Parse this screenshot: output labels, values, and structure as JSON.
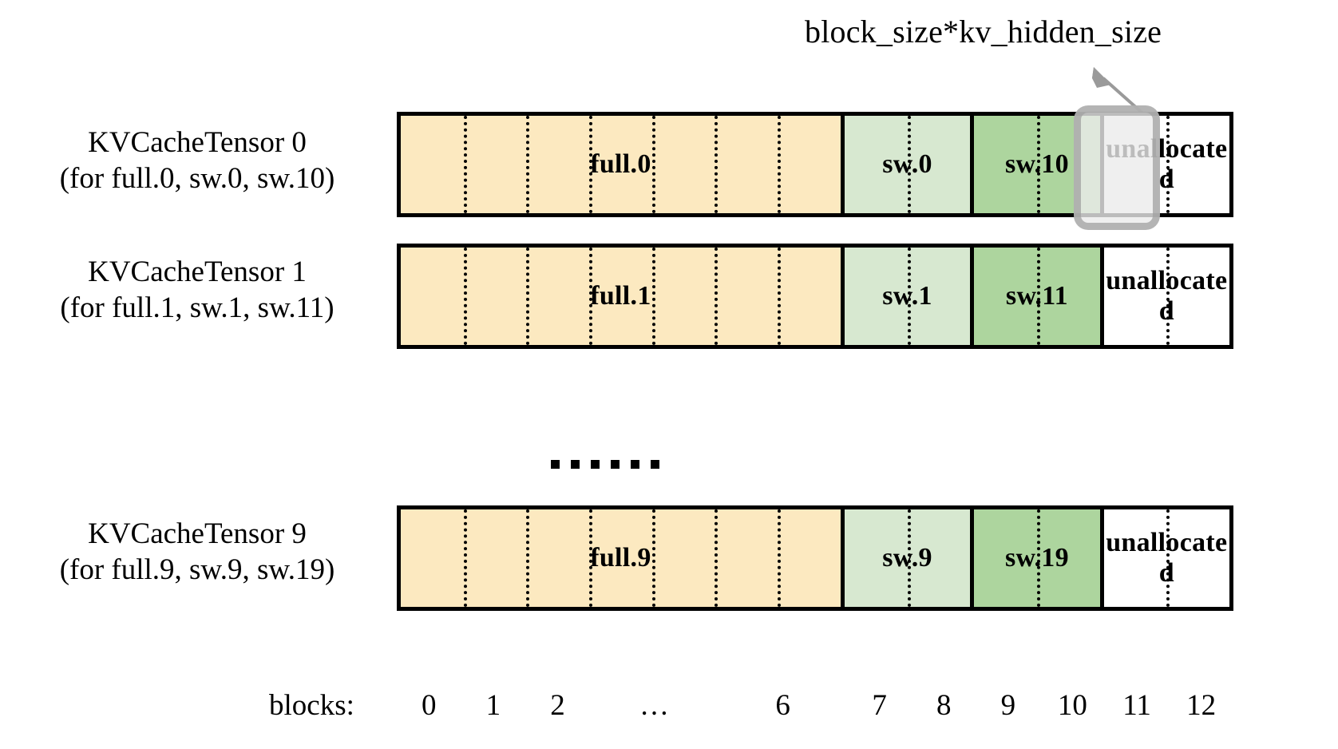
{
  "annotation": {
    "label": "block_size*kv_hidden_size",
    "arrow_icon": "arrow-up-right-icon"
  },
  "colors": {
    "full": "#FCE9C0",
    "sw_light": "#D7E8D0",
    "sw_dark": "#ADD59E",
    "unallocated": "#FFFFFF",
    "border": "#000000",
    "highlight_fill": "#EBEBEB",
    "highlight_border": "#A0A0A0"
  },
  "rows": [
    {
      "label_line1": "KVCacheTensor 0",
      "label_line2": "(for full.0, sw.0, sw.10)",
      "segments": [
        {
          "name": "full-segment",
          "label": "full.0",
          "blocks": 7,
          "color": "#FCE9C0"
        },
        {
          "name": "sw-light-segment",
          "label": "sw.0",
          "blocks": 2,
          "color": "#D7E8D0"
        },
        {
          "name": "sw-dark-segment",
          "label": "sw.10",
          "blocks": 2,
          "color": "#ADD59E"
        },
        {
          "name": "unallocated-segment",
          "label": "unallocated",
          "blocks": 2,
          "color": "#FFFFFF"
        }
      ]
    },
    {
      "label_line1": "KVCacheTensor 1",
      "label_line2": "(for full.1, sw.1, sw.11)",
      "segments": [
        {
          "name": "full-segment",
          "label": "full.1",
          "blocks": 7,
          "color": "#FCE9C0"
        },
        {
          "name": "sw-light-segment",
          "label": "sw.1",
          "blocks": 2,
          "color": "#D7E8D0"
        },
        {
          "name": "sw-dark-segment",
          "label": "sw.11",
          "blocks": 2,
          "color": "#ADD59E"
        },
        {
          "name": "unallocated-segment",
          "label": "unallocated",
          "blocks": 2,
          "color": "#FFFFFF"
        }
      ]
    },
    {
      "label_line1": "KVCacheTensor 9",
      "label_line2": "(for full.9, sw.9, sw.19)",
      "segments": [
        {
          "name": "full-segment",
          "label": "full.9",
          "blocks": 7,
          "color": "#FCE9C0"
        },
        {
          "name": "sw-light-segment",
          "label": "sw.9",
          "blocks": 2,
          "color": "#D7E8D0"
        },
        {
          "name": "sw-dark-segment",
          "label": "sw.19",
          "blocks": 2,
          "color": "#ADD59E"
        },
        {
          "name": "unallocated-segment",
          "label": "unallocated",
          "blocks": 2,
          "color": "#FFFFFF"
        }
      ]
    }
  ],
  "ellipsis": {
    "dot_count": 6
  },
  "axis": {
    "caption": "blocks:",
    "ticks": [
      "0",
      "1",
      "2",
      "…",
      "6",
      "7",
      "8",
      "9",
      "10",
      "11",
      "12"
    ]
  }
}
